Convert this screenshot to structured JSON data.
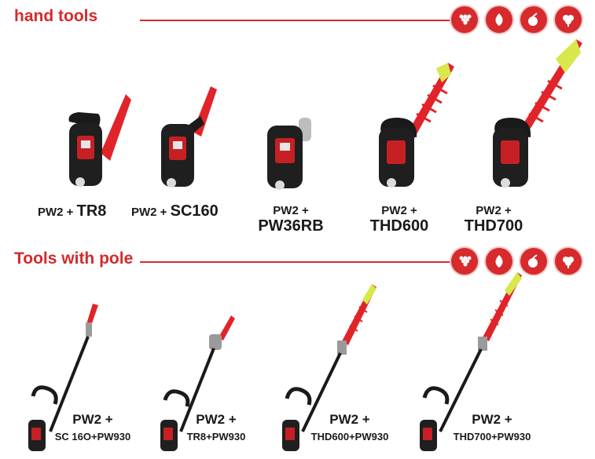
{
  "sections": {
    "hand": {
      "title": "hand tools"
    },
    "pole": {
      "title": "Tools with pole"
    }
  },
  "icons": [
    "vineyard-icon",
    "orchard-icon",
    "olive-icon",
    "cotton-icon"
  ],
  "colors": {
    "accent": "#d62a2c",
    "body": "#1a1a1a",
    "blade": "#e0242a",
    "hedge_tip": "#d8e84a"
  },
  "hand_tools": [
    {
      "prefix": "PW2 + ",
      "model": "TR8"
    },
    {
      "prefix": "PW2 + ",
      "model": "SC160"
    },
    {
      "prefix": "PW2 +",
      "model": "PW36RB"
    },
    {
      "prefix": "PW2 +",
      "model": "THD600"
    },
    {
      "prefix": "PW2 +",
      "model": "THD700"
    }
  ],
  "pole_tools": [
    {
      "prefix": "PW2 +",
      "model": "SC 16O+PW930"
    },
    {
      "prefix": "PW2 +",
      "model": "TR8+PW930"
    },
    {
      "prefix": "PW2 +",
      "model": "THD600+PW930"
    },
    {
      "prefix": "PW2 +",
      "model": "THD700+PW930"
    }
  ]
}
